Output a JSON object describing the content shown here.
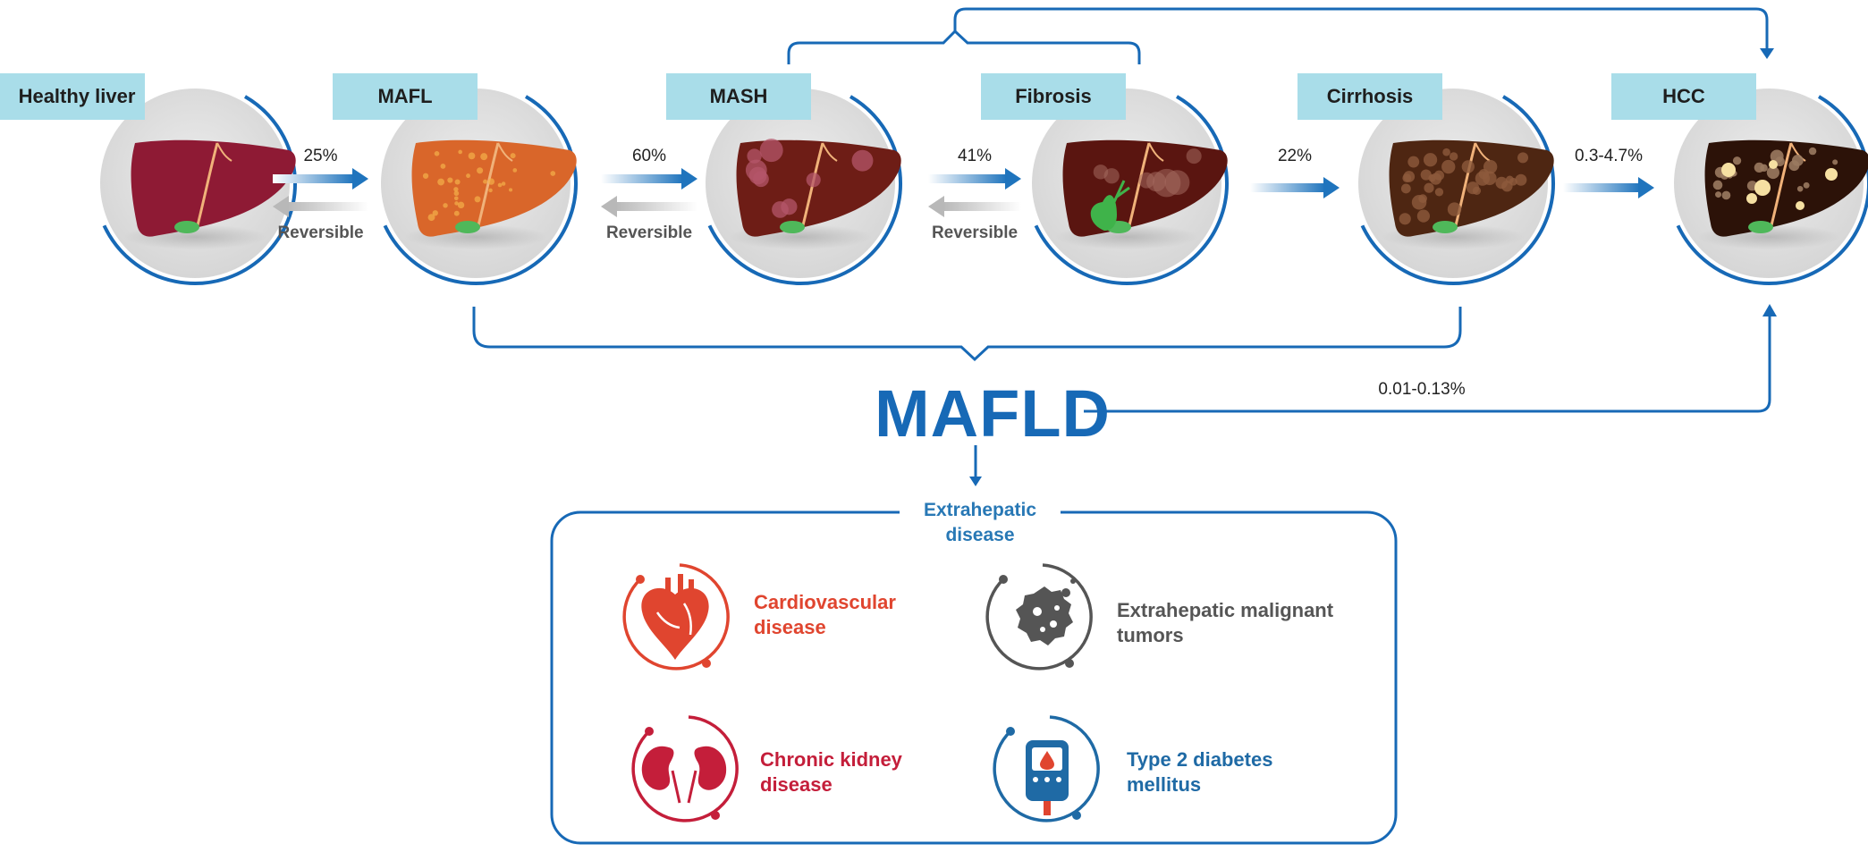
{
  "stages": [
    {
      "label": "Healthy liver",
      "liver_color": "#8e1a34"
    },
    {
      "label": "MAFL",
      "liver_color": "#d9662a"
    },
    {
      "label": "MASH",
      "liver_color": "#6e1d16"
    },
    {
      "label": "Fibrosis",
      "liver_color": "#5a1510"
    },
    {
      "label": "Cirrhosis",
      "liver_color": "#4e2612"
    },
    {
      "label": "HCC",
      "liver_color": "#2c1208"
    }
  ],
  "transitions": [
    {
      "percent": "25%",
      "reverse_label": "Reversible"
    },
    {
      "percent": "60%",
      "reverse_label": "Reversible"
    },
    {
      "percent": "41%",
      "reverse_label": "Reversible"
    },
    {
      "percent": "22%",
      "reverse_label": ""
    },
    {
      "percent": "0.3-4.7%",
      "reverse_label": ""
    }
  ],
  "center": {
    "title": "MAFLD",
    "direct_to_hcc_percent": "0.01-0.13%"
  },
  "extrahepatic": {
    "title": "Extrahepatic disease",
    "diseases": [
      {
        "label": "Cardiovascular disease",
        "icon": "heart-icon",
        "color": "#e0452f"
      },
      {
        "label": "Extrahepatic malignant tumors",
        "icon": "tumor-cell-icon",
        "color": "#555555"
      },
      {
        "label": "Chronic kidney disease",
        "icon": "kidney-icon",
        "color": "#c41e3a"
      },
      {
        "label": "Type 2 diabetes mellitus",
        "icon": "glucose-meter-icon",
        "color": "#1f6aa5"
      }
    ]
  },
  "colors": {
    "accent": "#1769b6",
    "label_bg": "#a9dde9",
    "circle_bg": "#dcdcdc",
    "reverse_arrow": "#c8c8c8"
  }
}
